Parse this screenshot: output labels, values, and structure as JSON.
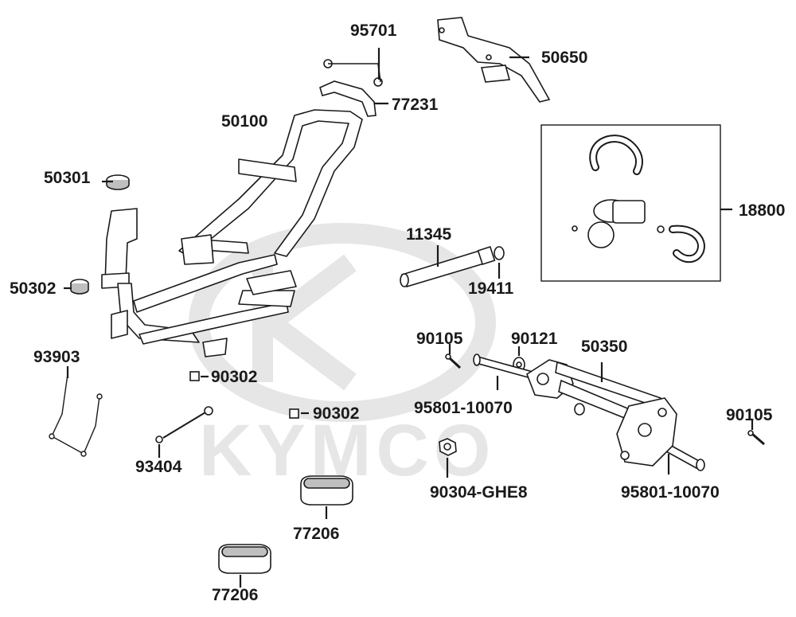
{
  "watermark": {
    "brand": "KYMCO"
  },
  "callouts": {
    "p95701": "95701",
    "p50650": "50650",
    "p77231": "77231",
    "p50100": "50100",
    "p50301": "50301",
    "p18800": "18800",
    "p11345": "11345",
    "p19411": "19411",
    "p50302": "50302",
    "p90105a": "90105",
    "p90121": "90121",
    "p50350": "50350",
    "p93903": "93903",
    "p90302a": "90302",
    "p95801a": "95801-10070",
    "p90302b": "90302",
    "p90105b": "90105",
    "p93404": "93404",
    "p90304": "90304-GHE8",
    "p95801b": "95801-10070",
    "p77206a": "77206",
    "p77206b": "77206"
  },
  "colors": {
    "line": "#1a1a1a",
    "watermark": "#e6e6e6",
    "part_fill": "#ffffff",
    "shade": "#bfbfbf"
  }
}
